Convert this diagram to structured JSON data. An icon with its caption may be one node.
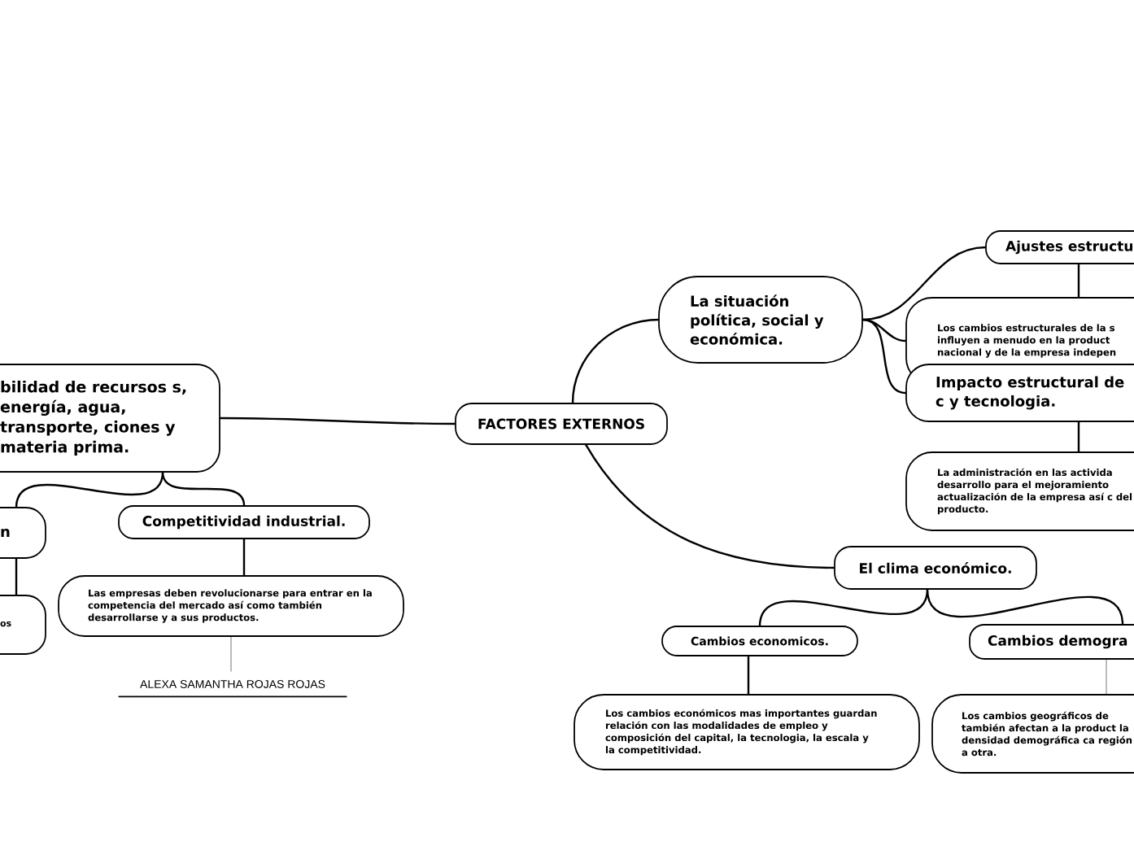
{
  "diagram": {
    "nodes": [
      {
        "text": [
          "FACTORES EXTERNOS"
        ]
      },
      {
        "text": [
          "bilidad de recursos s, energía, agua, transporte, ciones y materia prima."
        ]
      },
      {
        "text": [
          "La situación política, social y económica."
        ]
      },
      {
        "text": [
          "El clima económico."
        ]
      },
      {
        "text": [
          "n"
        ]
      },
      {
        "text": [
          "Competitividad industrial."
        ]
      },
      {
        "text": [
          "os"
        ]
      },
      {
        "text": [
          "Las empresas deben revolucionarse para entrar en la competencia del mercado así como también desarrollarse y a sus productos."
        ]
      },
      {
        "text": [
          "ALEXA SAMANTHA ROJAS ROJAS"
        ]
      },
      {
        "text": [
          "Ajustes estructu"
        ]
      },
      {
        "text": [
          "Los cambios estructurales de la s influyen a menudo en la product nacional y de la empresa indepen"
        ]
      },
      {
        "text": [
          "Impacto estructural de c y tecnologia."
        ]
      },
      {
        "text": [
          "La administración en las activida desarrollo para el mejoramiento actualización de la empresa así c del producto."
        ]
      },
      {
        "text": [
          "Cambios economicos."
        ]
      },
      {
        "text": [
          "Cambios demogra"
        ]
      },
      {
        "text": [
          "Los cambios económicos mas importantes guardan relación con las modalidades de empleo y composición del capital, la tecnologia, la escala y la competitividad."
        ]
      },
      {
        "text": [
          "Los cambios  geográficos  de también afectan a la product la  densidad demográfica ca región a otra."
        ]
      }
    ],
    "edges": [
      {
        "from": 0,
        "to": 1,
        "arrow": "none"
      },
      {
        "from": 0,
        "to": 2,
        "arrow": "none"
      },
      {
        "from": 0,
        "to": 3,
        "arrow": "none"
      },
      {
        "from": 1,
        "to": 4,
        "arrow": "none"
      },
      {
        "from": 1,
        "to": 5,
        "arrow": "none"
      },
      {
        "from": 4,
        "to": 6,
        "arrow": "none"
      },
      {
        "from": 5,
        "to": 7,
        "arrow": "none"
      },
      {
        "from": 7,
        "to": 8,
        "arrow": "none",
        "color": "#aaaaaa"
      },
      {
        "from": 2,
        "to": 9,
        "arrow": "none"
      },
      {
        "from": 2,
        "to": 10,
        "arrow": "none"
      },
      {
        "from": 2,
        "to": 11,
        "arrow": "none"
      },
      {
        "from": 9,
        "to": 10,
        "arrow": "none"
      },
      {
        "from": 11,
        "to": 12,
        "arrow": "none"
      },
      {
        "from": 3,
        "to": 13,
        "arrow": "none"
      },
      {
        "from": 3,
        "to": 14,
        "arrow": "none"
      },
      {
        "from": 13,
        "to": 15,
        "arrow": "none"
      },
      {
        "from": 14,
        "to": 16,
        "arrow": "none",
        "color": "#aaaaaa"
      }
    ]
  }
}
